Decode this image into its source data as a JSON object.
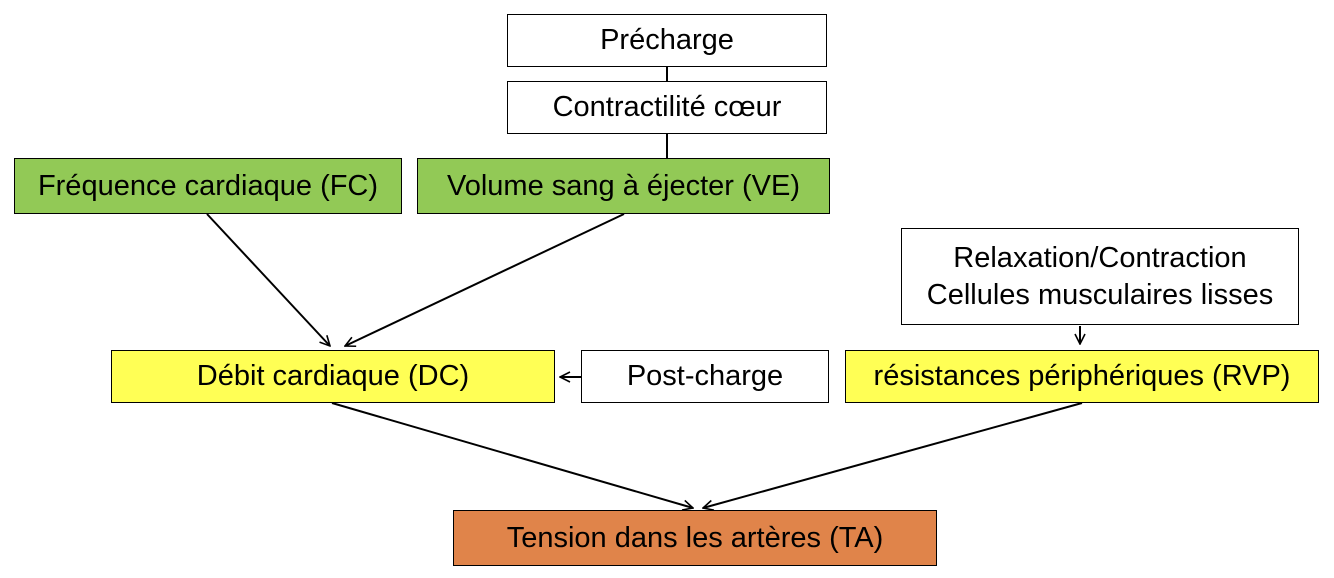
{
  "nodes": {
    "precharge": {
      "label": "Précharge",
      "color": "#ffffff"
    },
    "contractilite": {
      "label": "Contractilité cœur",
      "color": "#ffffff"
    },
    "frequence": {
      "label": "Fréquence cardiaque (FC)",
      "color": "#92c956"
    },
    "volume": {
      "label": "Volume sang à éjecter (VE)",
      "color": "#92c956"
    },
    "relaxation": {
      "line1": "Relaxation/Contraction",
      "line2": "Cellules musculaires lisses",
      "color": "#ffffff"
    },
    "debit": {
      "label": "Débit cardiaque (DC)",
      "color": "#ffff55"
    },
    "postcharge": {
      "label": "Post-charge",
      "color": "#ffffff"
    },
    "resistances": {
      "label": "résistances périphériques (RVP)",
      "color": "#ffff55"
    },
    "tension": {
      "label": "Tension dans les artères (TA)",
      "color": "#e0844a"
    }
  },
  "edges": [
    {
      "from": "precharge",
      "to": "contractilite",
      "arrow": false
    },
    {
      "from": "contractilite",
      "to": "volume",
      "arrow": false
    },
    {
      "from": "frequence",
      "to": "debit",
      "arrow": true
    },
    {
      "from": "volume",
      "to": "debit",
      "arrow": true
    },
    {
      "from": "postcharge",
      "to": "debit",
      "arrow": true
    },
    {
      "from": "relaxation",
      "to": "resistances",
      "arrow": true
    },
    {
      "from": "debit",
      "to": "tension",
      "arrow": true
    },
    {
      "from": "resistances",
      "to": "tension",
      "arrow": true
    }
  ]
}
